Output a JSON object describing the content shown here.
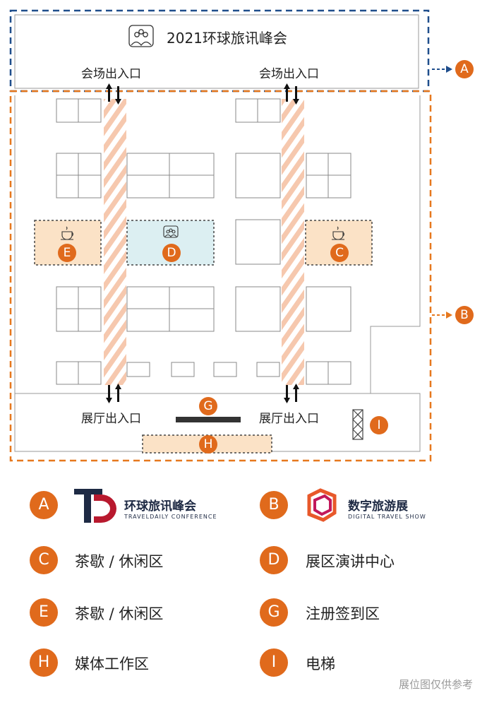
{
  "header": {
    "title": "2021环球旅讯峰会"
  },
  "entrances": {
    "venue_left": "会场出入口",
    "venue_right": "会场出入口",
    "hall_left": "展厅出入口",
    "hall_right": "展厅出入口"
  },
  "zones": {
    "A": "A",
    "B": "B",
    "C": "C",
    "D": "D",
    "E": "E",
    "G": "G",
    "H": "H",
    "I": "I"
  },
  "legend": [
    {
      "key": "A",
      "text": ""
    },
    {
      "key": "B",
      "text": ""
    },
    {
      "key": "C",
      "text": "茶歇 / 休闲区"
    },
    {
      "key": "D",
      "text": "展区演讲中心"
    },
    {
      "key": "E",
      "text": "茶歇 / 休闲区"
    },
    {
      "key": "G",
      "text": "注册签到区"
    },
    {
      "key": "H",
      "text": "媒体工作区"
    },
    {
      "key": "I",
      "text": "电梯"
    }
  ],
  "brands": {
    "traveldaily": {
      "name": "环球旅讯峰会",
      "sub": "TRAVELDAILY CONFERENCE"
    },
    "dts": {
      "name": "数字旅游展",
      "sub": "DIGITAL TRAVEL SHOW"
    }
  },
  "footer": {
    "note": "展位图仅供参考"
  },
  "colors": {
    "navy_dash": "#1f4e8c",
    "orange_dash": "#e6781e",
    "badge": "#e06a1c",
    "cafe_fill": "#fbe2c6",
    "stage_fill": "#dcefF2",
    "stripe": "#f7c9b0"
  }
}
